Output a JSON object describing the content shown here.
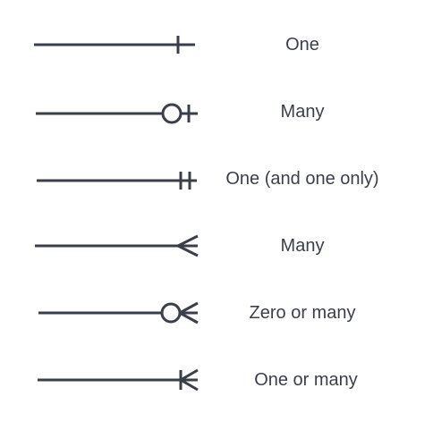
{
  "colors": {
    "line": "#3a3f4a",
    "text": "#3a3f4a",
    "background": "#ffffff"
  },
  "rows": [
    {
      "label": "One",
      "symbol": "one-bar-icon"
    },
    {
      "label": "Many",
      "symbol": "circle-bar-icon"
    },
    {
      "label": "One (and one only)",
      "symbol": "double-bar-icon"
    },
    {
      "label": "Many",
      "symbol": "crows-foot-icon"
    },
    {
      "label": "Zero or many",
      "symbol": "circle-crows-foot-icon"
    },
    {
      "label": "One or many",
      "symbol": "bar-crows-foot-icon"
    }
  ]
}
